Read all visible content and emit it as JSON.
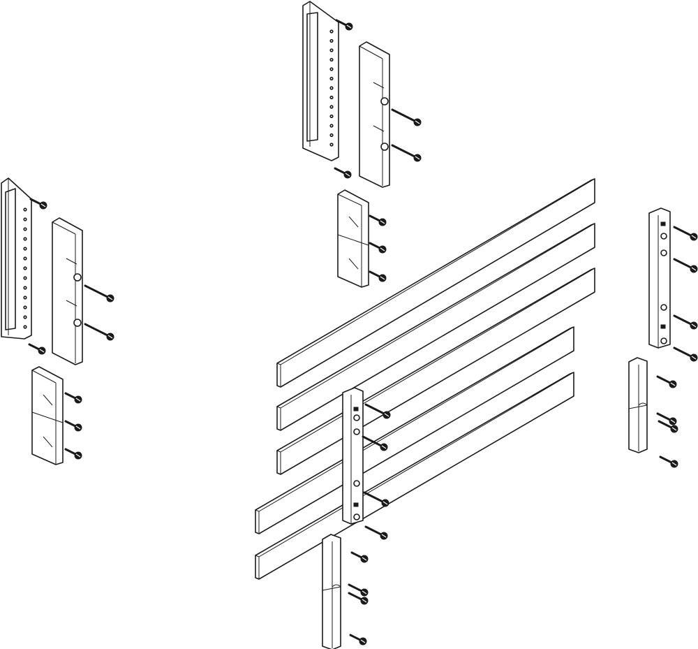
{
  "drawing": {
    "type": "exploded-assembly-line-drawing",
    "colors": {
      "stroke": "#1a1a1a",
      "fill": "#ffffff"
    },
    "components": [
      "busbars",
      "mounting-brackets",
      "clamp-blocks",
      "busbar-holders",
      "screws"
    ],
    "busbar_count": 5
  }
}
